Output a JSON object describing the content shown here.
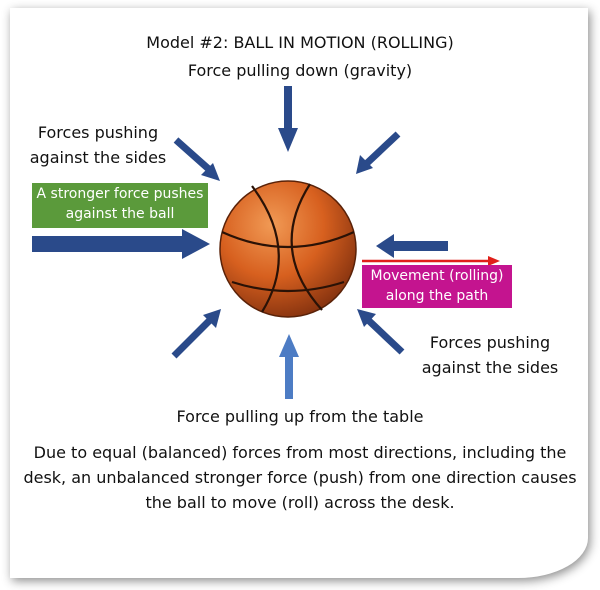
{
  "diagram": {
    "title": "Model #2: BALL IN MOTION (ROLLING)",
    "gravity_label": "Force pulling down (gravity)",
    "left_sides_label": [
      "Forces pushing",
      "against the sides"
    ],
    "right_sides_label": [
      "Forces pushing",
      "against the sides"
    ],
    "stronger_force_box": [
      "A stronger force pushes",
      "against the ball"
    ],
    "movement_box": [
      "Movement (rolling)",
      "along the path"
    ],
    "table_label": "Force pulling up from the table",
    "description": "Due to equal (balanced) forces from most directions, including the desk, an unbalanced stronger force (push) from one direction causes the ball to move (roll) across the desk.",
    "colors": {
      "arrow_dark": "#2a4a8a",
      "arrow_light": "#4d7cc4",
      "green_box": "#5b9a3b",
      "magenta_box": "#c4148f",
      "movement_arrow": "#e0201a",
      "ball": "#d7601f"
    }
  }
}
